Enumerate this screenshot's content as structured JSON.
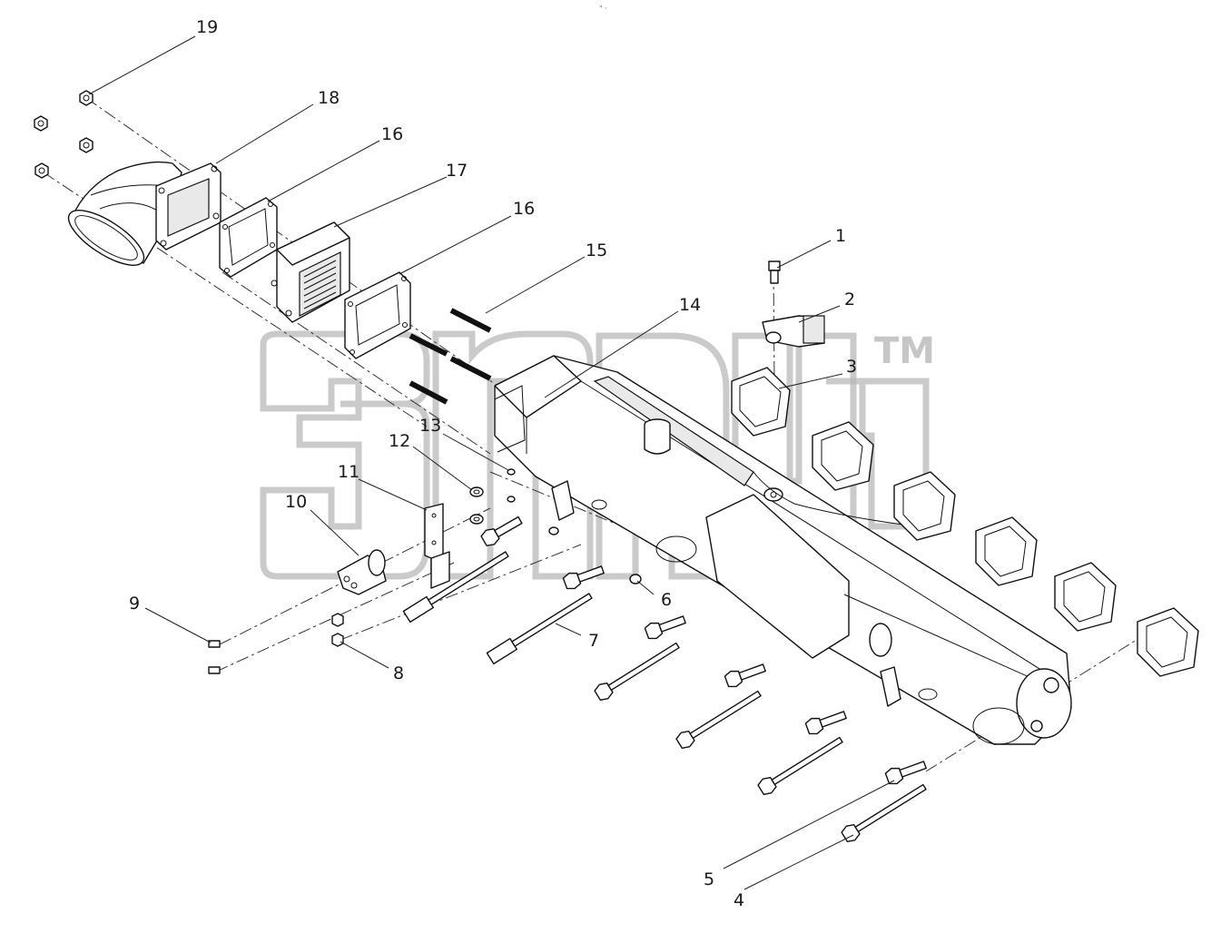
{
  "top_mark": "\" ·",
  "watermark": {
    "tm": "TM"
  },
  "callouts": [
    {
      "id": "c1",
      "label": "1"
    },
    {
      "id": "c2",
      "label": "2"
    },
    {
      "id": "c3",
      "label": "3"
    },
    {
      "id": "c4",
      "label": "4"
    },
    {
      "id": "c5",
      "label": "5"
    },
    {
      "id": "c6",
      "label": "6"
    },
    {
      "id": "c7",
      "label": "7"
    },
    {
      "id": "c8",
      "label": "8"
    },
    {
      "id": "c9",
      "label": "9"
    },
    {
      "id": "c10",
      "label": "10"
    },
    {
      "id": "c11",
      "label": "11"
    },
    {
      "id": "c12",
      "label": "12"
    },
    {
      "id": "c13",
      "label": "13"
    },
    {
      "id": "c14",
      "label": "14"
    },
    {
      "id": "c15",
      "label": "15"
    },
    {
      "id": "c16a",
      "label": "16"
    },
    {
      "id": "c16b",
      "label": "16"
    },
    {
      "id": "c17",
      "label": "17"
    },
    {
      "id": "c18",
      "label": "18"
    },
    {
      "id": "c19",
      "label": "19"
    }
  ]
}
